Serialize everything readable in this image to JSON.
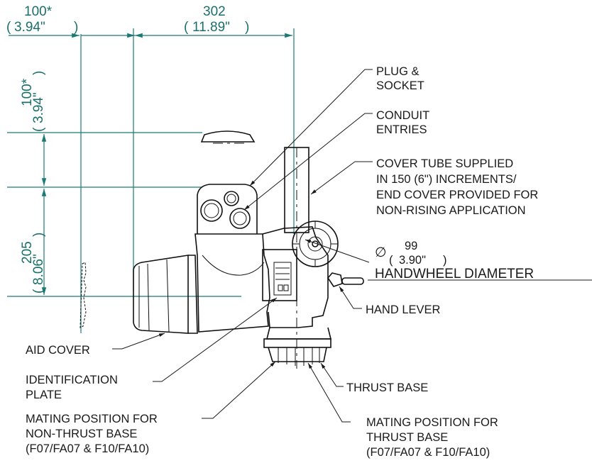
{
  "dimensions": {
    "left_width": {
      "mm": "100*",
      "in": "3.94\""
    },
    "main_width": {
      "mm": "302",
      "in": "11.89\""
    },
    "top_height": {
      "mm": "100*",
      "in": "3.94\""
    },
    "lower_height": {
      "mm": "205",
      "in": "8.06\""
    },
    "handwheel": {
      "symbol": "∅",
      "mm": "99",
      "in": "3.90\"",
      "label": "HANDWHEEL DIAMETER"
    }
  },
  "callouts": {
    "plug_socket": [
      "PLUG &",
      "SOCKET"
    ],
    "conduit": [
      "CONDUIT",
      "ENTRIES"
    ],
    "cover_tube": [
      "COVER TUBE SUPPLIED",
      "IN 150 (6\") INCREMENTS/",
      "END COVER PROVIDED FOR",
      "NON-RISING APPLICATION"
    ],
    "hand_lever": [
      "HAND LEVER"
    ],
    "aid_cover": [
      "AID COVER"
    ],
    "identification_plate": [
      "IDENTIFICATION",
      "PLATE"
    ],
    "thrust_base": [
      "THRUST BASE"
    ],
    "mating_non_thrust": [
      "MATING POSITION FOR",
      "NON-THRUST BASE",
      "(F07/FA07 & F10/FA10)"
    ],
    "mating_thrust": [
      "MATING POSITION FOR",
      "THRUST BASE",
      "(F07/FA07 & F10/FA10)"
    ]
  }
}
